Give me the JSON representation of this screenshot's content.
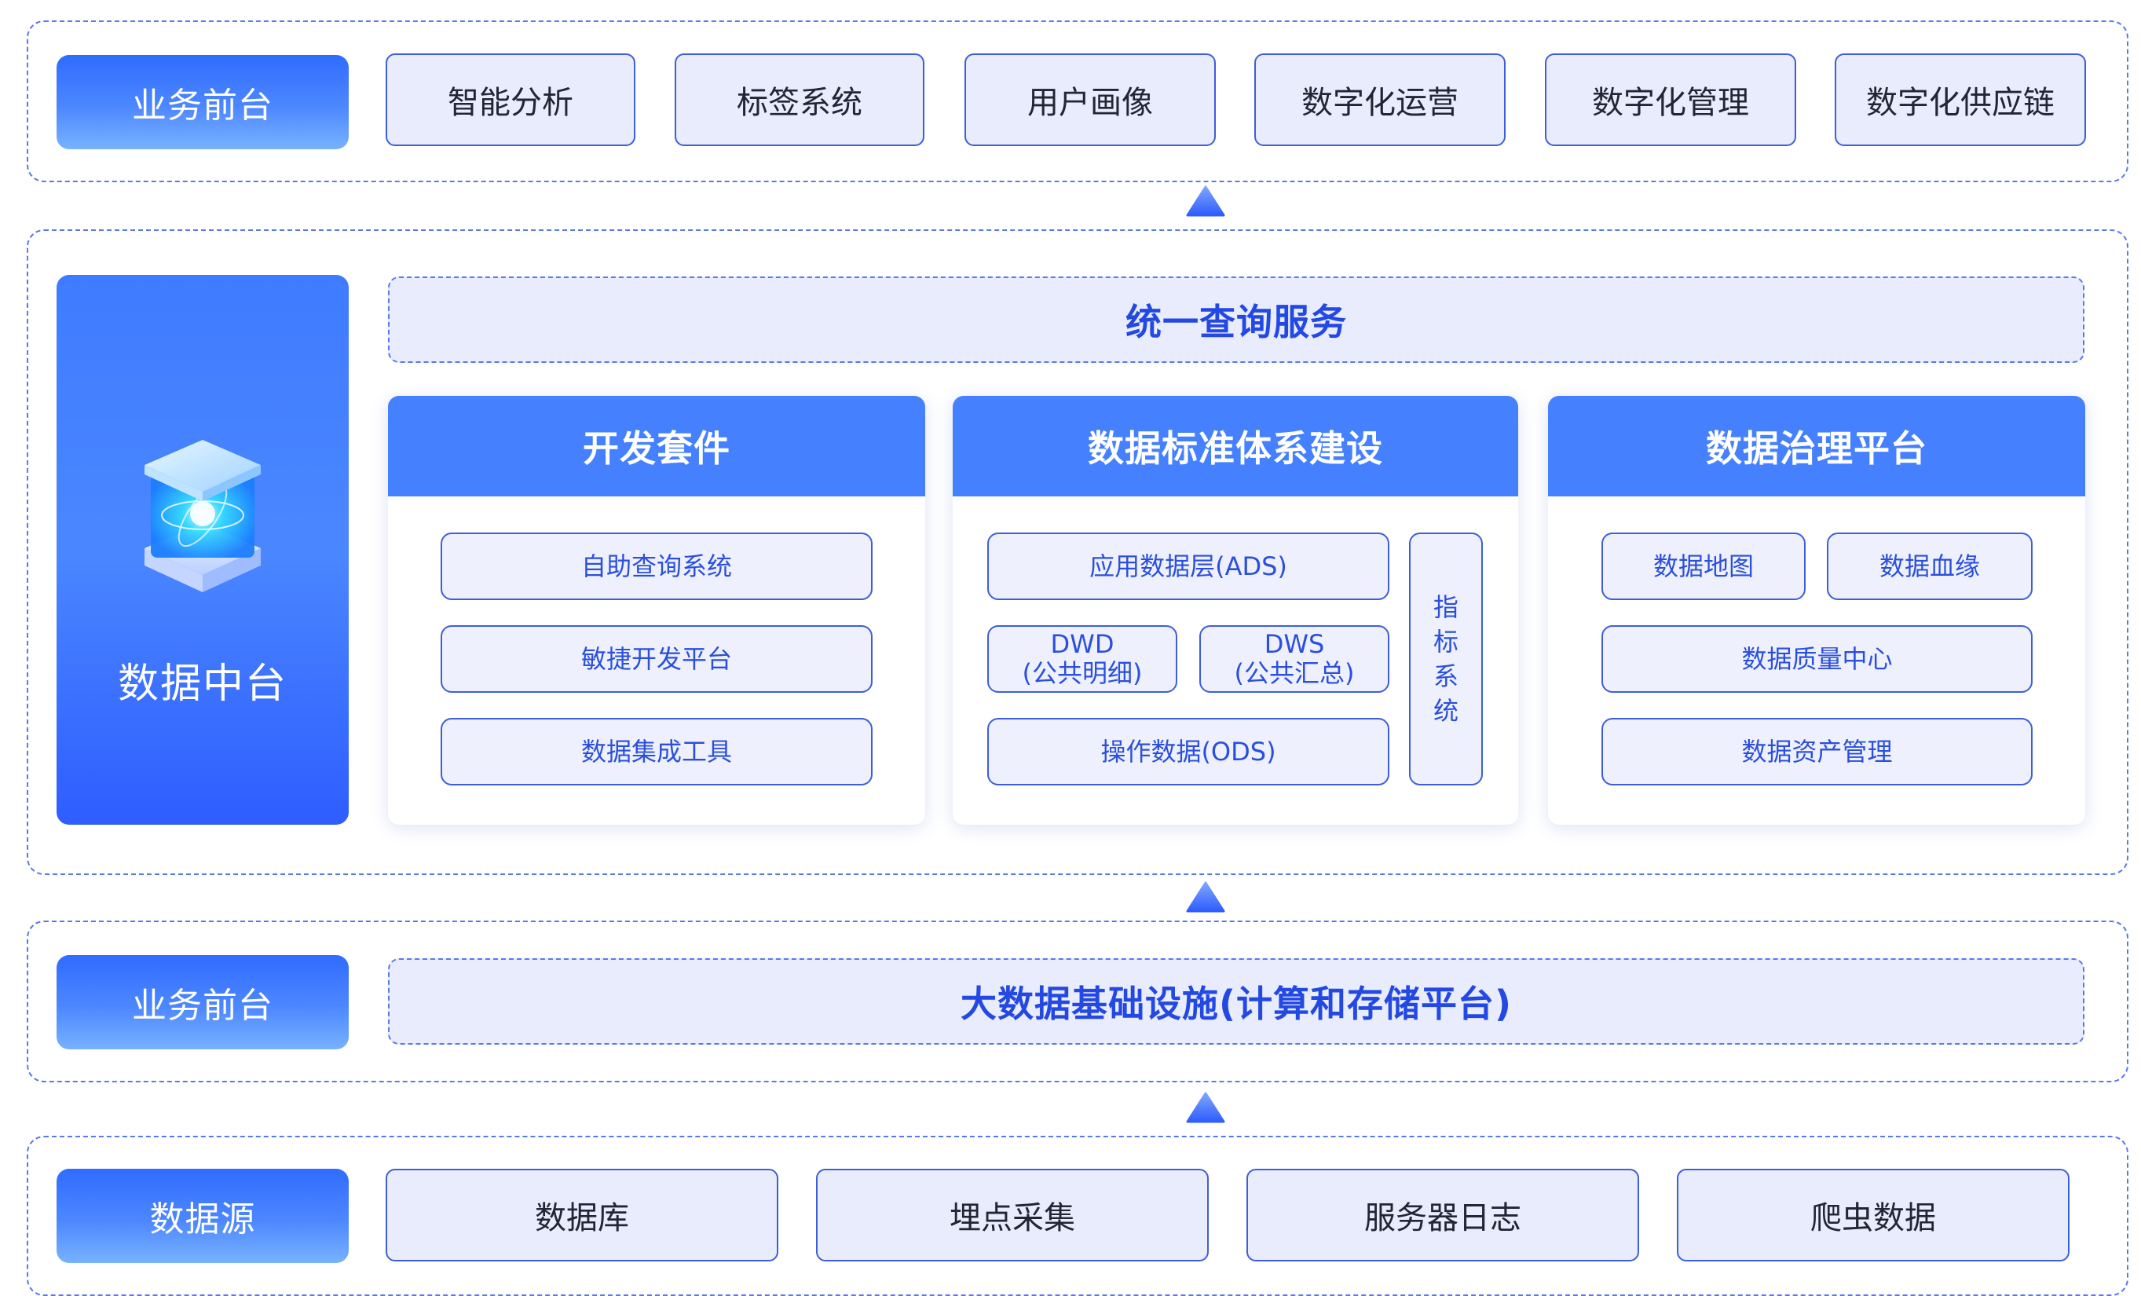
{
  "business_front": {
    "tag": "业务前台",
    "items": [
      "智能分析",
      "标签系统",
      "用户画像",
      "数字化运营",
      "数字化管理",
      "数字化供应链"
    ]
  },
  "data_middle": {
    "tag": "数据中台",
    "unified_query": "统一查询服务",
    "dev_kit": {
      "title": "开发套件",
      "items": [
        "自助查询系统",
        "敏捷开发平台",
        "数据集成工具"
      ]
    },
    "data_standard": {
      "title": "数据标准体系建设",
      "ads": "应用数据层(ADS)",
      "dwd_name": "DWD",
      "dwd_desc": "(公共明细)",
      "dws_name": "DWS",
      "dws_desc": "(公共汇总)",
      "ods": "操作数据(ODS)",
      "metric_chars": [
        "指",
        "标",
        "系",
        "统"
      ]
    },
    "governance": {
      "title": "数据治理平台",
      "map": "数据地图",
      "lineage": "数据血缘",
      "quality": "数据质量中心",
      "assets": "数据资产管理"
    }
  },
  "infrastructure": {
    "tag": "业务前台",
    "bar": "大数据基础设施(计算和存储平台)"
  },
  "data_source": {
    "tag": "数据源",
    "items": [
      "数据库",
      "埋点采集",
      "服务器日志",
      "爬虫数据"
    ]
  },
  "colors": {
    "accent": "#4580ff",
    "dash_border": "#5a78ee",
    "box_fill": "#e8ecfd",
    "text_blue": "#2449e2"
  }
}
